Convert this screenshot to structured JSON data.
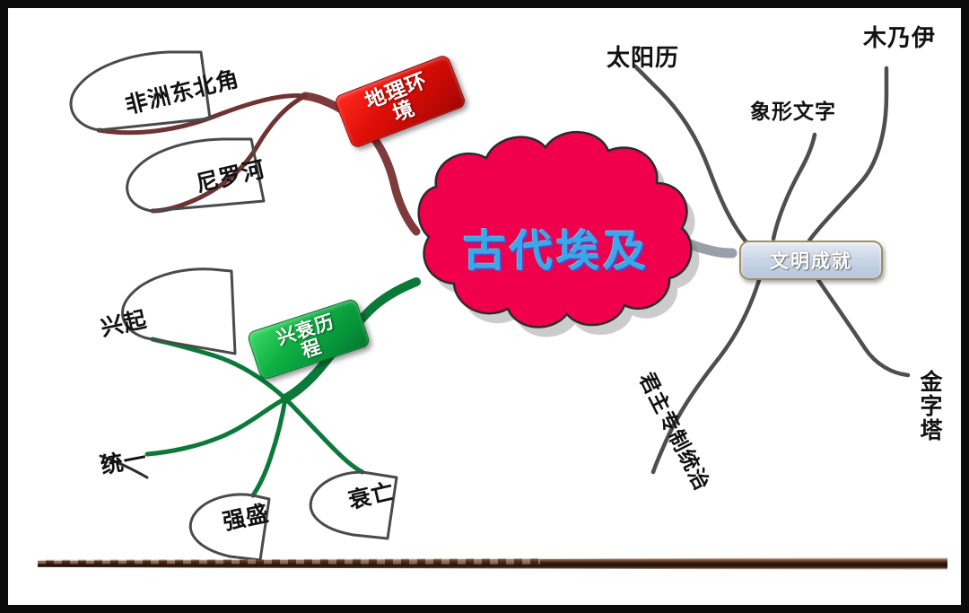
{
  "canvas": {
    "background_color": "#ffffff",
    "frame_color": "#0b0b0b"
  },
  "center": {
    "label": "古代埃及",
    "shape": "cloud",
    "fill_color": "#F0004C",
    "text_color": "#3aa8e8"
  },
  "branches": [
    {
      "id": "geography",
      "label": "地理环境",
      "color": "#c00804",
      "box_style": "red-rounded-rect",
      "children": [
        {
          "label": "非洲东北角",
          "leaf_outline": true
        },
        {
          "label": "尼罗河",
          "leaf_outline": true
        }
      ]
    },
    {
      "id": "rise-and-fall",
      "label": "兴衰历程",
      "color": "#069239",
      "box_style": "green-rounded-rect",
      "children": [
        {
          "label": "兴起",
          "leaf_outline": true
        },
        {
          "label": "统一",
          "leaf_outline": false
        },
        {
          "label": "强盛",
          "leaf_outline": true
        },
        {
          "label": "衰亡",
          "leaf_outline": true
        }
      ]
    },
    {
      "id": "civilization-achievements",
      "label": "文明成就",
      "color": "#b6c4db",
      "box_style": "blue-gray-rounded-rect",
      "children": [
        {
          "label": "太阳历",
          "leaf_outline": false
        },
        {
          "label": "象形文字",
          "leaf_outline": false
        },
        {
          "label": "木乃伊",
          "leaf_outline": false
        },
        {
          "label": "君主专制统治",
          "leaf_outline": false
        },
        {
          "label": "金字塔",
          "leaf_outline": false,
          "orientation": "vertical"
        }
      ]
    }
  ],
  "decoration": {
    "ruler_label": "wooden-ruler-strip",
    "ruler_color": "#3b2114"
  }
}
